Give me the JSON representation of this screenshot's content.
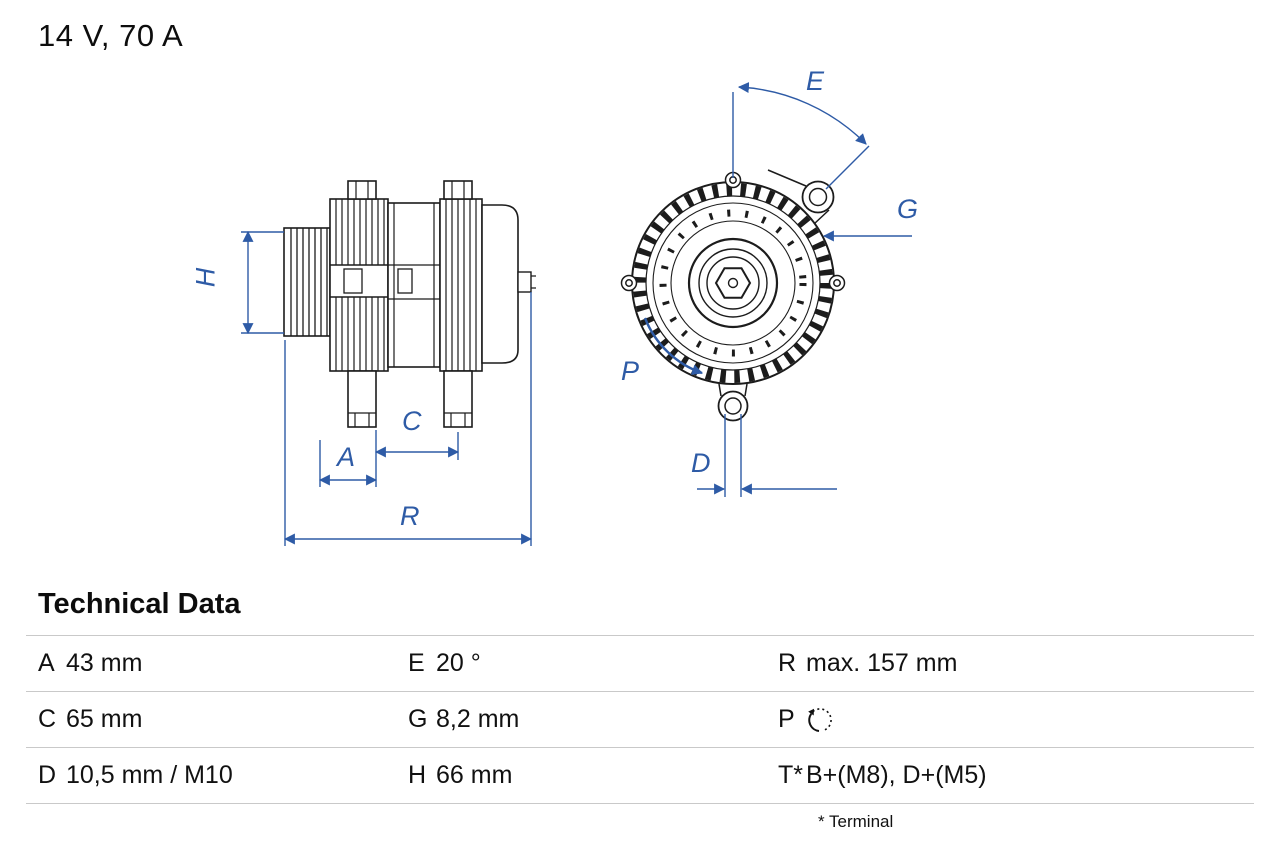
{
  "header": {
    "title": "14 V, 70 A"
  },
  "diagram": {
    "labels": {
      "H": "H",
      "A": "A",
      "C": "C",
      "R": "R",
      "E": "E",
      "G": "G",
      "P": "P",
      "D": "D"
    },
    "views": [
      "alternator-side-view",
      "alternator-front-view"
    ]
  },
  "technical_data": {
    "title": "Technical Data",
    "rows": [
      {
        "cells": [
          {
            "key": "A",
            "value": "43 mm"
          },
          {
            "key": "E",
            "value": "20 °"
          },
          {
            "key": "R",
            "value": "max. 157 mm"
          }
        ]
      },
      {
        "cells": [
          {
            "key": "C",
            "value": "65 mm"
          },
          {
            "key": "G",
            "value": "8,2 mm"
          },
          {
            "key": "P",
            "value": "",
            "icon": "rotation-ccw-icon"
          }
        ]
      },
      {
        "cells": [
          {
            "key": "D",
            "value": "10,5 mm / M10"
          },
          {
            "key": "H",
            "value": "66 mm"
          },
          {
            "key": "T*",
            "value": "B+(M8), D+(M5)"
          }
        ]
      }
    ],
    "footnote": "* Terminal"
  },
  "colors": {
    "dimension_blue": "#2e5ba6",
    "line_black": "#1c1c1c",
    "table_divider": "#c9c9c9"
  }
}
